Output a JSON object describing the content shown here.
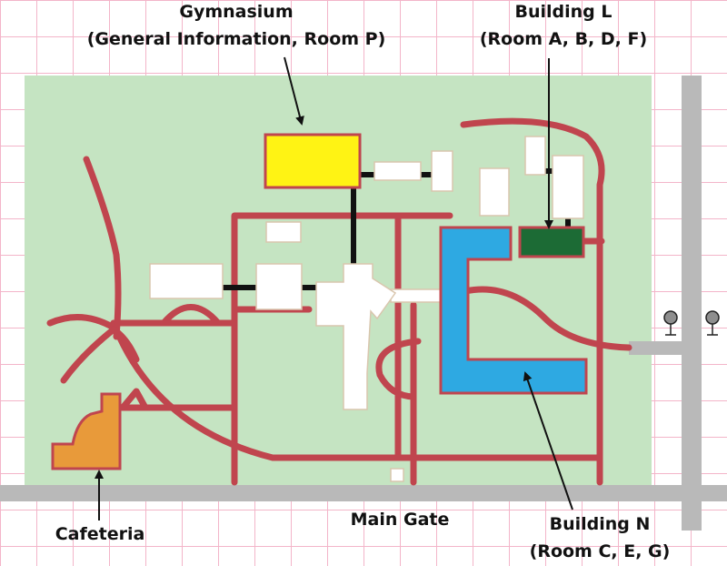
{
  "colors": {
    "grass": "#c5e4c2",
    "path": "#c0454e",
    "street": "#b9b9b9",
    "connector": "#111111",
    "building": "#ffffff",
    "building_edge": "#d9c6ae",
    "gymnasium_fill": "#fff314",
    "building_l_fill": "#1c6b35",
    "building_n_fill": "#2ea9e2",
    "cafeteria_fill": "#e89a3a"
  },
  "icons": {
    "arrow": "arrow-pointer-icon",
    "tree": "tree-icon"
  },
  "labels": {
    "gymnasium": {
      "name": "Gymnasium",
      "rooms": "(General Information, Room P)"
    },
    "building_l": {
      "name": "Building L",
      "rooms": "(Room A, B, D, F)"
    },
    "building_n": {
      "name": "Building N",
      "rooms": "(Room C, E, G)"
    },
    "cafeteria": {
      "name": "Cafeteria"
    },
    "main_gate": {
      "name": "Main Gate"
    }
  }
}
